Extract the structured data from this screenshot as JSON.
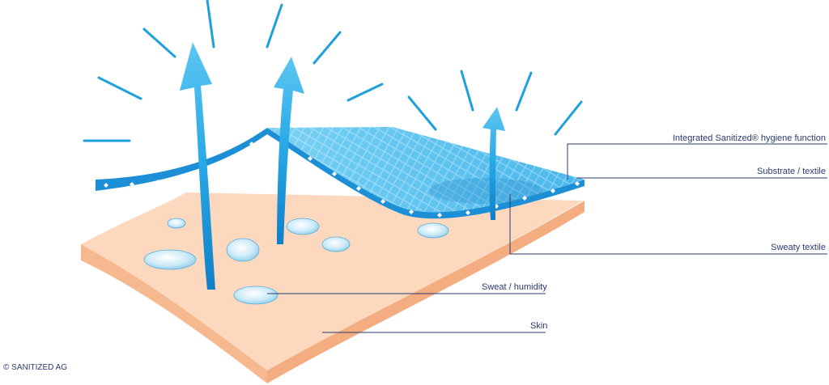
{
  "labels": {
    "hygiene_function": "Integrated Sanitized® hygiene function",
    "substrate": "Substrate / textile",
    "sweaty_textile": "Sweaty textile",
    "sweat": "Sweat / humidity",
    "skin": "Skin"
  },
  "copyright": "© SANITIZED AG",
  "colors": {
    "skin_top": "#fcd8bf",
    "skin_side": "#f6b98f",
    "textile": "#7fd0f3",
    "textile_dark": "#3aa9e4",
    "arrow": "#1ea0dc",
    "line": "#2a3a6e"
  }
}
